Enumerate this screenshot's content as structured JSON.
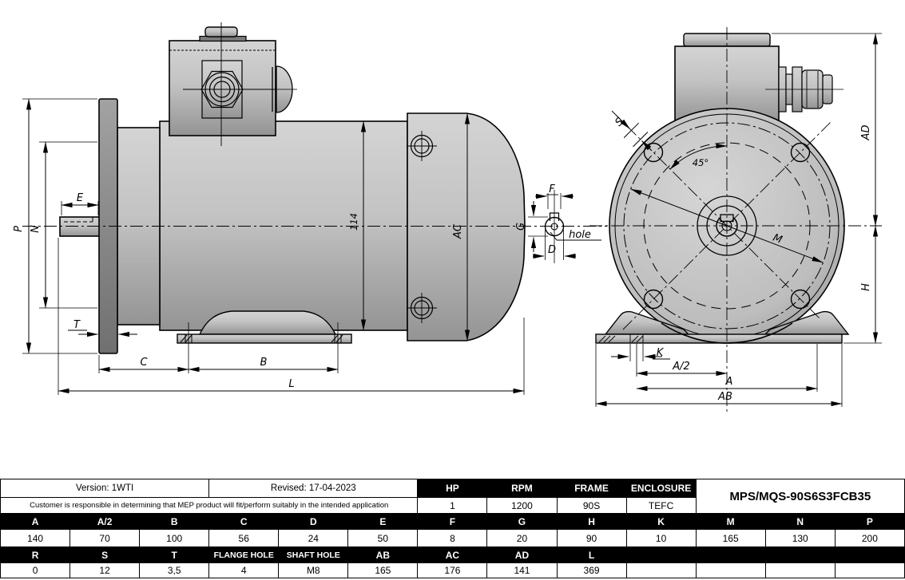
{
  "drawing": {
    "labels": {
      "p": "P",
      "n": "N",
      "e": "E",
      "t": "T",
      "c": "C",
      "b": "B",
      "l": "L",
      "height_114": "114",
      "ac": "AC",
      "f": "F",
      "g": "G",
      "d": "D",
      "hole": "hole",
      "s": "S",
      "angle": "45°",
      "m": "M",
      "ad": "AD",
      "h": "H",
      "k": "K",
      "a_half": "A/2",
      "a": "A",
      "ab": "AB"
    }
  },
  "table": {
    "version": "Version: 1WTI",
    "revised": "Revised: 17-04-2023",
    "disclaimer": "Customer is responsible in determining that MEP product will fit/perform suitably in the intended application",
    "part_number": "MPS/MQS-90S6S3FCB35",
    "spec": {
      "headers": [
        "HP",
        "RPM",
        "FRAME",
        "ENCLOSURE"
      ],
      "values": [
        "1",
        "1200",
        "90S",
        "TEFC"
      ]
    },
    "dims_row1": {
      "headers": [
        "A",
        "A/2",
        "B",
        "C",
        "D",
        "E",
        "F",
        "G",
        "H",
        "K",
        "M",
        "N",
        "P"
      ],
      "values": [
        "140",
        "70",
        "100",
        "56",
        "24",
        "50",
        "8",
        "20",
        "90",
        "10",
        "165",
        "130",
        "200"
      ]
    },
    "dims_row2": {
      "headers": [
        "R",
        "S",
        "T",
        "FLANGE HOLE",
        "SHAFT HOLE",
        "AB",
        "AC",
        "AD",
        "L"
      ],
      "values": [
        "0",
        "12",
        "3,5",
        "4",
        "M8",
        "165",
        "176",
        "141",
        "369"
      ]
    }
  },
  "colors": {
    "line": "#000000",
    "body_light": "#d2d2d2",
    "body_dark": "#969696",
    "header_bg": "#000000",
    "header_text": "#ffffff"
  }
}
